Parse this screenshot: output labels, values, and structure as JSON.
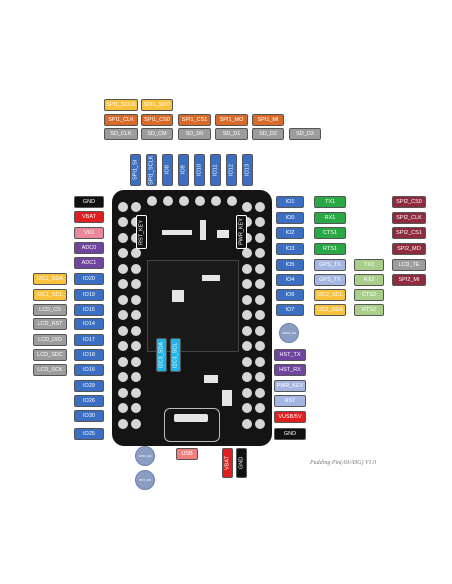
{
  "top_rows": {
    "row1": [
      "SPI1_SCLK",
      "SPI1_SDO"
    ],
    "row2": [
      "SPI1_CLK",
      "SPI1_CS0",
      "SPI1_CS1",
      "SPI1_MO",
      "SPI1_MI"
    ],
    "row3": [
      "SD_CLK",
      "SD_CM",
      "SD_D0",
      "SD_D1",
      "SD_D2",
      "SD_D3"
    ]
  },
  "top_header": [
    "SPI1_SI",
    "SPI1_SCLK",
    "IO8",
    "IO9",
    "IO10",
    "IO11",
    "IO12",
    "IO13"
  ],
  "left_col": [
    "GND",
    "VBAT",
    "VIO",
    "ADC0",
    "ADC1"
  ],
  "left_rows": [
    {
      "outer": "I2C1_SDA",
      "inner": "IO20"
    },
    {
      "outer": "I2C1_SCL",
      "inner": "IO19"
    },
    {
      "outer": "LCD_CS",
      "inner": "IO15"
    },
    {
      "outer": "LCD_RST",
      "inner": "IO14"
    },
    {
      "outer": "LCD_DIO",
      "inner": "IO17"
    },
    {
      "outer": "LCD_SDC",
      "inner": "IO18"
    },
    {
      "outer": "LCD_SCK",
      "inner": "IO16"
    },
    {
      "outer": "",
      "inner": "IO29"
    },
    {
      "outer": "",
      "inner": "IO26"
    },
    {
      "outer": "",
      "inner": "IO30"
    },
    {
      "outer": "",
      "inner": "IO25"
    }
  ],
  "right_col": [
    "IO1",
    "IO0",
    "IO2",
    "IO3",
    "IO5",
    "IO4",
    "IO6",
    "IO7"
  ],
  "right_uart": [
    "TX1",
    "RX1",
    "CTS1",
    "RTS1",
    "GPS_TX",
    "GPS_TX",
    "I2C2_SCL",
    "I2C2_SDA"
  ],
  "right_mid": [
    "TX2",
    "RX2",
    "CTS2",
    "RTS2"
  ],
  "right_far": [
    "SPI2_CS0",
    "SPI2_CLK",
    "SPI2_CS1",
    "SPI2_MO",
    "LCD_TE",
    "SPI2_MI"
  ],
  "right_lower": [
    "HST_TX",
    "HST_RX",
    "PWR_KEY",
    "RST",
    "VUSB/5V",
    "GND"
  ],
  "board_labels": {
    "rst": "RST_KEY",
    "pwr": "PWR_KEY",
    "i2c_a": "I2C3_SDA",
    "i2c_b": "I2C3_SCL"
  },
  "bottom": {
    "usb": "USB",
    "vbat": "VBAT",
    "gnd": "GND"
  },
  "circles": [
    "VBUS_EN",
    "GPIO_EN",
    "GPIO_EN",
    "RST_EN"
  ],
  "footnote": "Pudding Pin(A9/A9G) V1.0"
}
